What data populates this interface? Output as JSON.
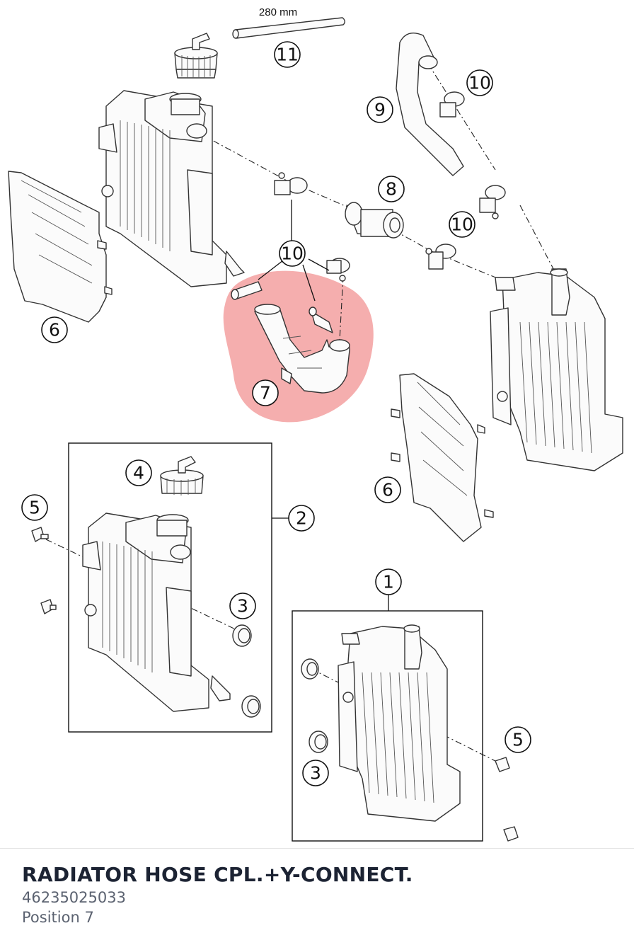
{
  "diagram": {
    "dimension_label": "280 mm",
    "highlight_color": "#f29a9a",
    "callouts": {
      "c1": "1",
      "c2": "2",
      "c3a": "3",
      "c3b": "3",
      "c4": "4",
      "c5a": "5",
      "c5b": "5",
      "c6a": "6",
      "c6b": "6",
      "c7": "7",
      "c8": "8",
      "c9": "9",
      "c10a": "10",
      "c10b": "10",
      "c10c": "10",
      "c11": "11"
    }
  },
  "footer": {
    "title": "RADIATOR HOSE CPL.+Y-CONNECT.",
    "part_number": "46235025033",
    "position": "Position 7"
  }
}
